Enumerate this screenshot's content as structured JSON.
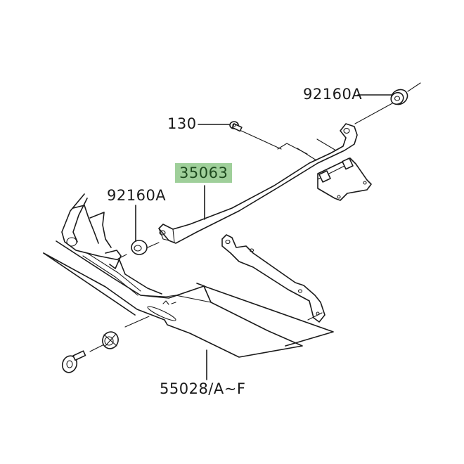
{
  "diagram": {
    "type": "exploded-parts-diagram",
    "highlight_color": "#9fcf9a",
    "highlight_text_color": "#1e4a1e",
    "callouts": [
      {
        "id": "grommet-top-right",
        "part_number": "92160A",
        "highlighted": false
      },
      {
        "id": "bolt-130",
        "part_number": "130",
        "highlighted": false
      },
      {
        "id": "stay-bracket",
        "part_number": "35063",
        "highlighted": true
      },
      {
        "id": "grommet-left",
        "part_number": "92160A",
        "highlighted": false
      },
      {
        "id": "cowling-lower",
        "part_number": "55028/A~F",
        "highlighted": false
      }
    ],
    "parts_drawn": [
      "grommet-top-right",
      "flange-bolt-130",
      "stay-bracket-35063",
      "mounting-plate-with-clips",
      "side-bracket",
      "grommet-left",
      "lower-cowling-panel",
      "front-cowl-assembly",
      "lower-left-grommet",
      "lower-left-screw"
    ]
  }
}
